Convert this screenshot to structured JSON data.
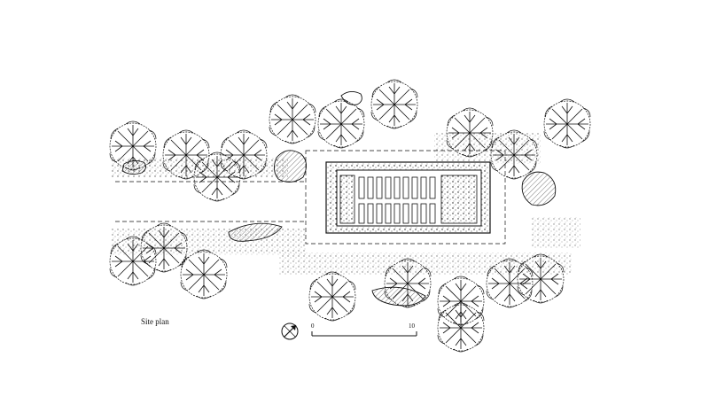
{
  "caption": "Site plan",
  "scale_bar": {
    "start_label": "0",
    "end_label": "10"
  },
  "icons": {
    "north_arrow": "north-arrow-icon",
    "tree": "tree-canopy-icon",
    "rock": "boulder-icon"
  },
  "colors": {
    "ink": "#111111",
    "paper": "#ffffff",
    "hatch": "#555555"
  }
}
